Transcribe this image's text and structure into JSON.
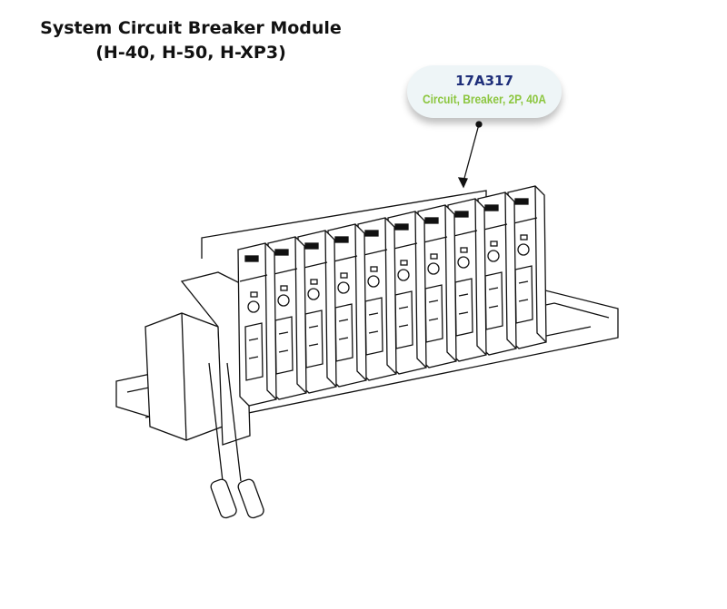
{
  "title": {
    "line1": "System Circuit Breaker Module",
    "line2": "(H-40, H-50, H-XP3)"
  },
  "callout": {
    "part_number": "17A317",
    "description": "Circuit, Breaker, 2P, 40A"
  },
  "colors": {
    "part_number": "#1f2f7a",
    "description": "#8cc63f",
    "callout_bg": "#eef5f7"
  },
  "module_count": 10
}
